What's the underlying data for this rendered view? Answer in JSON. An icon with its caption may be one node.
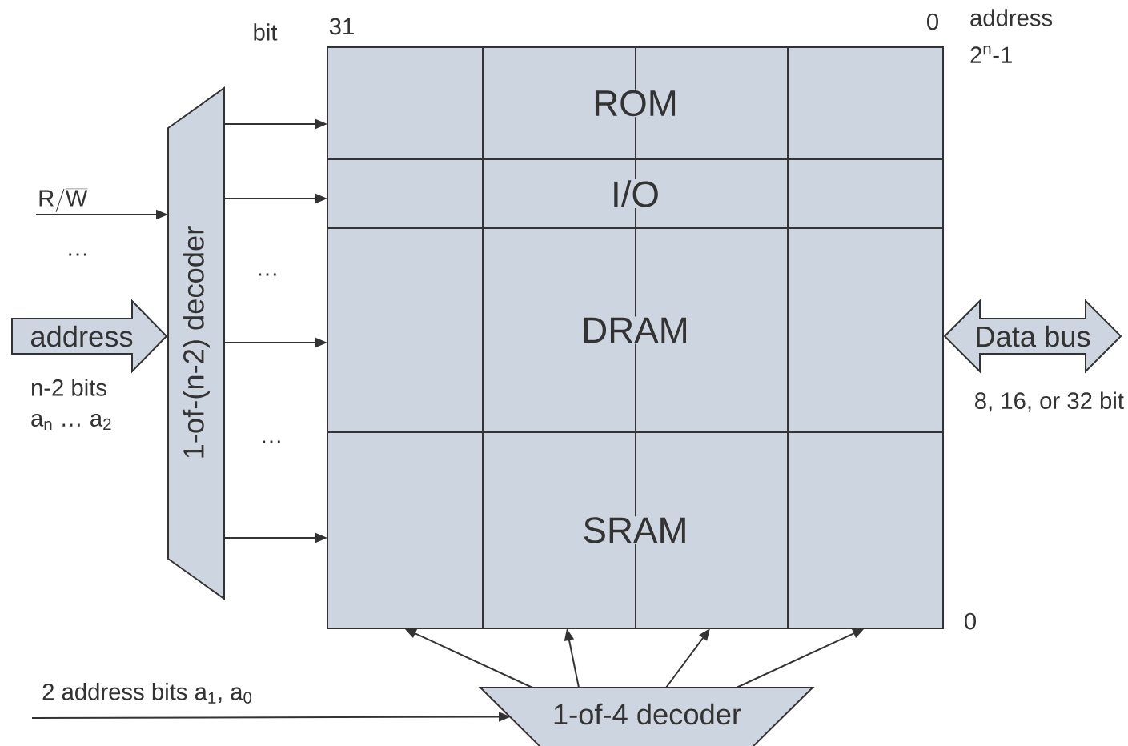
{
  "diagram": {
    "nodes": [
      {
        "text": [],
        "shape": "box"
      },
      {
        "text": [
          "ROM"
        ],
        "in": 0
      },
      {
        "text": [
          "I/O"
        ],
        "in": 0
      },
      {
        "text": [
          "DRAM"
        ],
        "in": 0
      },
      {
        "text": [
          "SRAM"
        ],
        "in": 0
      },
      {
        "text": [
          "1-of-(n-2) decoder"
        ]
      },
      {
        "text": [
          "1-of-4 decoder"
        ]
      },
      {
        "text": [
          "address"
        ],
        "beside": [
          "n-2 bits",
          "a$_{n}$ … a$_{2}$"
        ]
      },
      {
        "text": [
          "Data bus"
        ],
        "beside": [
          "8, 16, or 32 bit"
        ]
      }
    ],
    "edges": [
      {
        "from": 5,
        "to": 1,
        "arrow": "to"
      },
      {
        "from": 5,
        "to": 2,
        "arrow": "to"
      },
      {
        "from": 5,
        "to": 3,
        "arrow": "to"
      },
      {
        "from": 5,
        "to": 4,
        "arrow": "to"
      },
      {
        "from": 6,
        "to": 0,
        "arrow": "to"
      },
      {
        "from": 6,
        "to": 0,
        "arrow": "to"
      },
      {
        "from": 6,
        "to": 0,
        "arrow": "to"
      },
      {
        "from": 6,
        "to": 0,
        "arrow": "to"
      },
      {
        "from": null,
        "to": 5,
        "arrow": "to",
        "label": "\\mathrm{R}/\\overline{\\mathrm{W}}"
      },
      {
        "from": null,
        "to": 6,
        "arrow": "to",
        "label": "2 address bits a$_{1}$, a$_{0}$"
      }
    ],
    "labels": [
      "bit",
      "31",
      "0",
      "address",
      "2$^{n}$-1",
      "…",
      "…",
      "…",
      "0"
    ]
  }
}
